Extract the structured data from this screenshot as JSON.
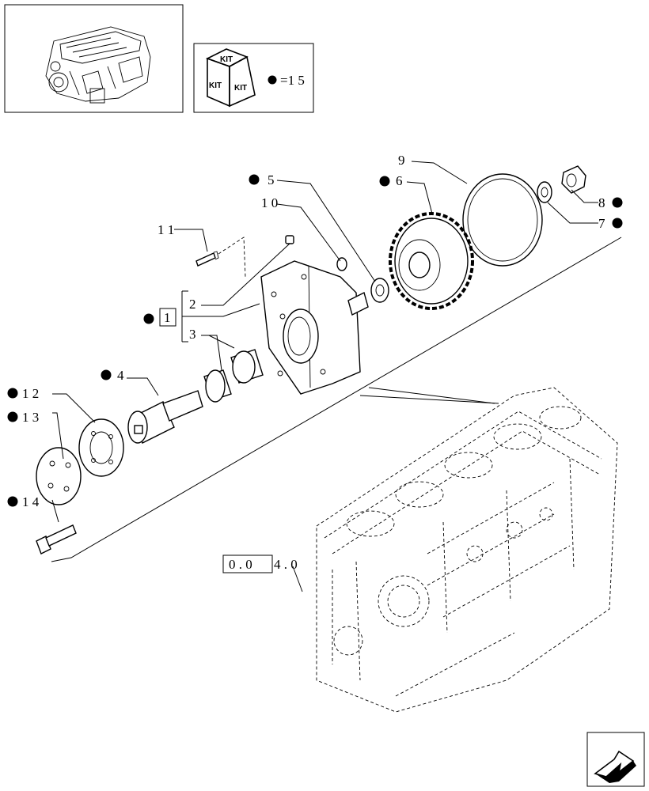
{
  "kit_legend": {
    "kit_text": "KIT",
    "equals_text": "=1 5"
  },
  "callouts": [
    {
      "id": "1",
      "text": "1",
      "kit_dot": true,
      "boxed": true
    },
    {
      "id": "2",
      "text": "2",
      "kit_dot": false
    },
    {
      "id": "3",
      "text": "3",
      "kit_dot": false
    },
    {
      "id": "4",
      "text": "4",
      "kit_dot": true
    },
    {
      "id": "5",
      "text": "5",
      "kit_dot": true
    },
    {
      "id": "6",
      "text": "6",
      "kit_dot": true
    },
    {
      "id": "7",
      "text": "7",
      "kit_dot": true
    },
    {
      "id": "8",
      "text": "8",
      "kit_dot": true
    },
    {
      "id": "9",
      "text": "9",
      "kit_dot": false
    },
    {
      "id": "10",
      "text": "1 0",
      "kit_dot": false
    },
    {
      "id": "11",
      "text": "1 1",
      "kit_dot": false
    },
    {
      "id": "12",
      "text": "1 2",
      "kit_dot": true
    },
    {
      "id": "13",
      "text": "1 3",
      "kit_dot": true
    },
    {
      "id": "14",
      "text": "1 4",
      "kit_dot": true
    }
  ],
  "reference": {
    "boxed_text": "0 . 0",
    "suffix_text": "4 . 0"
  },
  "nav": {
    "icon": "next-page-arrow-icon"
  },
  "colors": {
    "line": "#000000",
    "background": "#ffffff"
  }
}
